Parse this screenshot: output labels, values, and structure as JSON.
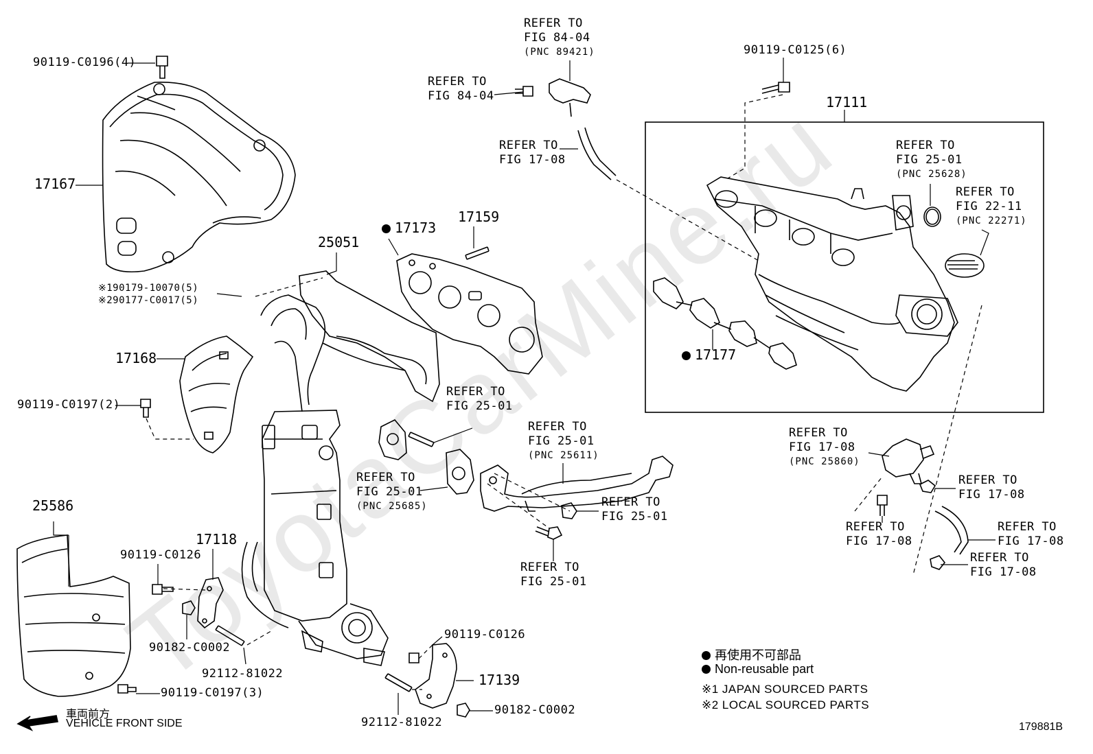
{
  "labels": {
    "p90119_C0196": "90119-C0196(4)",
    "p17167": "17167",
    "p190179": "※190179-10070(5)",
    "p290177": "※290177-C0017(5)",
    "p17168": "17168",
    "p90119_C0197_2": "90119-C0197(2)",
    "p25586": "25586",
    "p90119_C0126_a": "90119-C0126",
    "p17118": "17118",
    "p90182_C0002_a": "90182-C0002",
    "p92112_81022_a": "92112-81022",
    "p90119_C0197_3": "90119-C0197(3)",
    "p25051": "25051",
    "p17173": "17173",
    "p17159": "17159",
    "p90119_C0126_b": "90119-C0126",
    "p17139": "17139",
    "p90182_C0002_b": "90182-C0002",
    "p92112_81022_b": "92112-81022",
    "p90119_C0125": "90119-C0125(6)",
    "p17111": "17111",
    "p17177": "17177"
  },
  "refs": {
    "refer_to": "REFER TO",
    "fig_84_04": "FIG 84-04",
    "fig_17_08": "FIG 17-08",
    "fig_25_01": "FIG 25-01",
    "fig_22_11": "FIG 22-11",
    "pnc_89421": "(PNC 89421)",
    "pnc_25628": "(PNC 25628)",
    "pnc_22271": "(PNC 22271)",
    "pnc_25611": "(PNC 25611)",
    "pnc_25685": "(PNC 25685)",
    "pnc_25860": "(PNC 25860)"
  },
  "legend": {
    "jp_nonreusable": "再使用不可部品",
    "nonreusable": "Non-reusable part",
    "note1": "※1 JAPAN SOURCED PARTS",
    "note2": "※2 LOCAL SOURCED PARTS"
  },
  "direction": {
    "jp": "車両前方",
    "en": "VEHICLE FRONT SIDE"
  },
  "figure_id": "179881B",
  "watermark": "ToyotaCarMine.ru"
}
